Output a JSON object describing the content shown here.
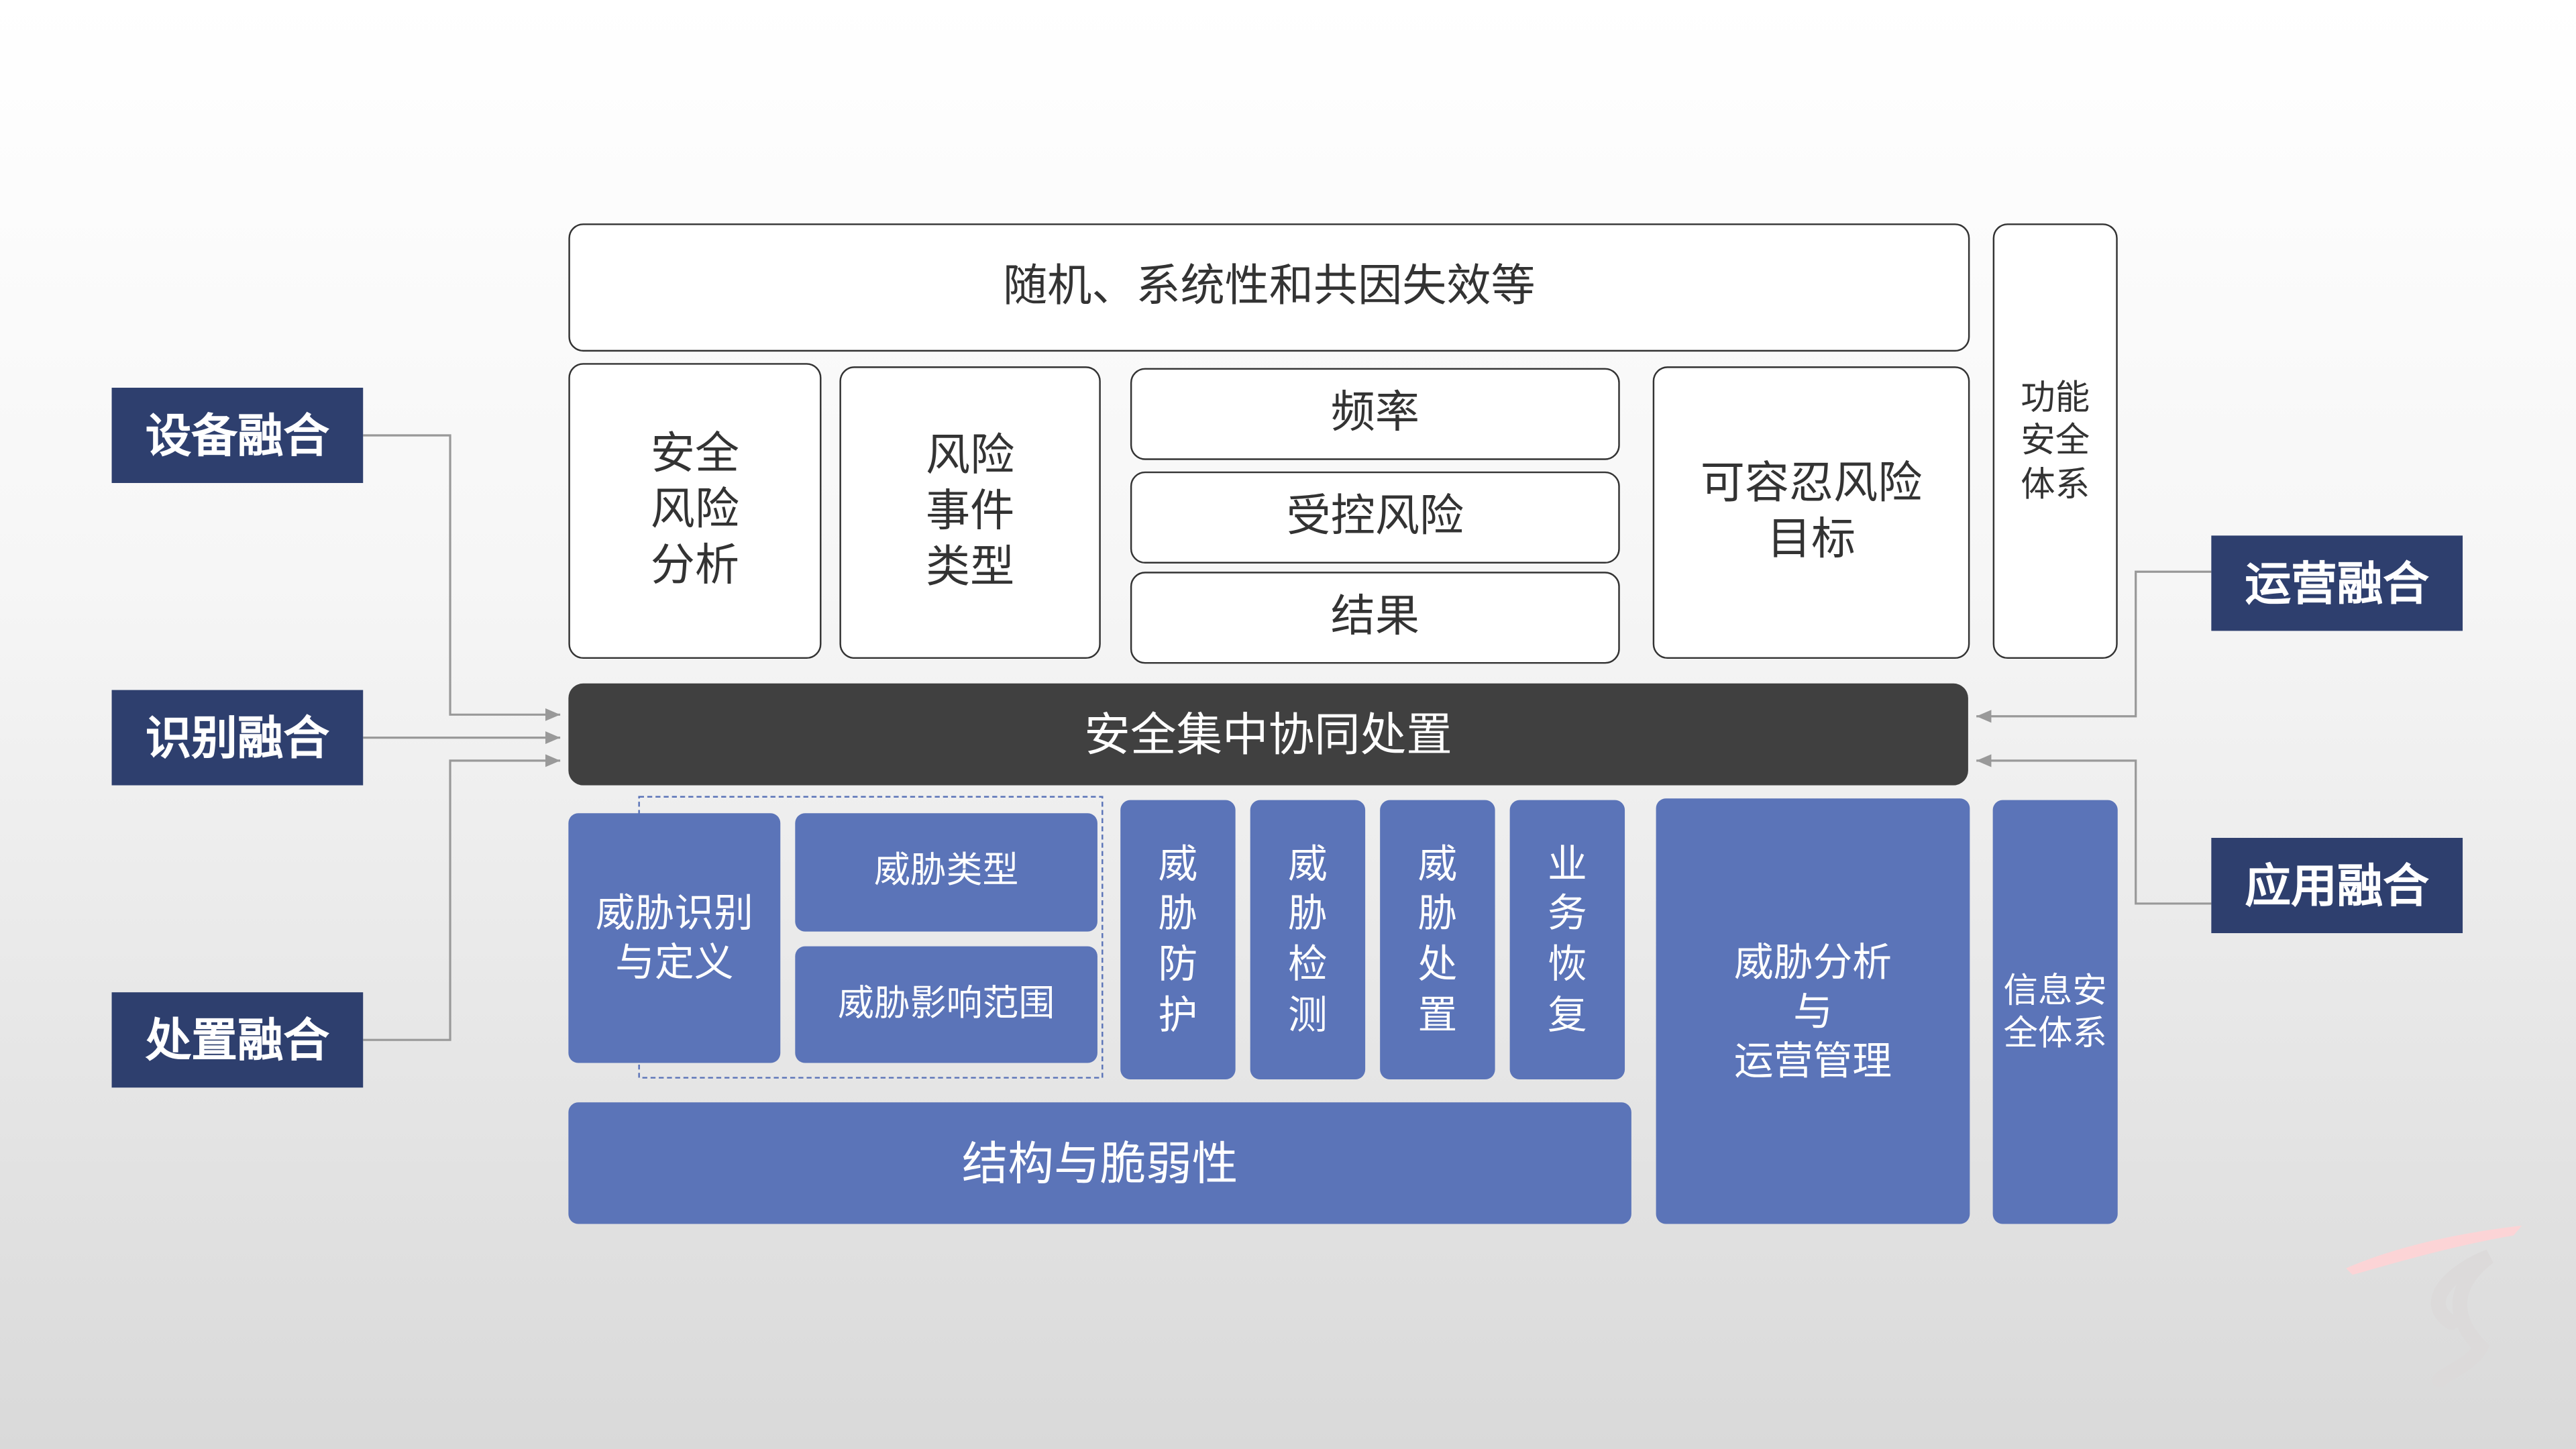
{
  "top": {
    "failure": "随机、系统性和共因失效等",
    "safety_analysis": "安全\n风险\n分析",
    "risk_event_type": "风险\n事件\n类型",
    "frequency": "频率",
    "controlled_risk": "受控风险",
    "result": "结果",
    "tolerable_risk": "可容忍风险\n目标",
    "functional_safety": "功能\n安全\n体系"
  },
  "center": {
    "title": "安全集中协同处置"
  },
  "bottom": {
    "threat_id": "威胁识别\n与定义",
    "threat_type": "威胁类型",
    "threat_scope": "威胁影响范围",
    "protect": "威\n胁\n防\n护",
    "detect": "威\n胁\n检\n测",
    "dispose": "威\n胁\n处\n置",
    "recover": "业\n务\n恢\n复",
    "analysis": "威胁分析\n与\n运营管理",
    "infosec": "信息安\n全体系",
    "structure": "结构与脆弱性"
  },
  "left": [
    "设备融合",
    "识别融合",
    "处置融合"
  ],
  "right": [
    "运营融合",
    "应用融合"
  ],
  "colors": {
    "blue": "#5b74b8",
    "navy": "#2e3f6e",
    "dark": "#404040"
  }
}
